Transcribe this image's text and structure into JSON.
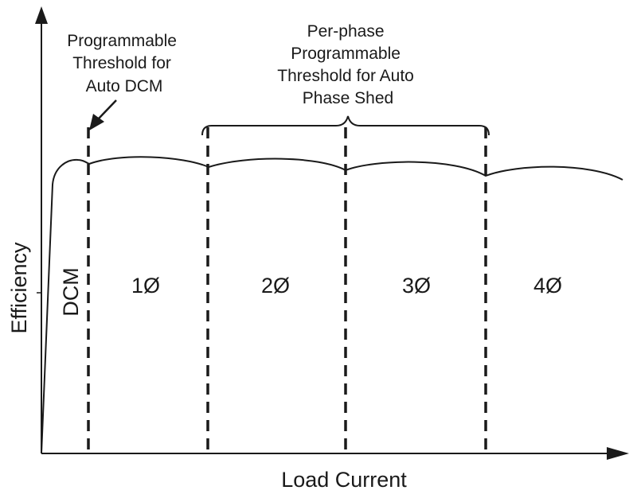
{
  "axes": {
    "x_label": "Load Current",
    "y_label": "Efficiency"
  },
  "annotations": {
    "dcm_threshold": [
      "Programmable",
      "Threshold for",
      "Auto DCM"
    ],
    "phase_shed_threshold": [
      "Per-phase",
      "Programmable",
      "Threshold for Auto",
      "Phase Shed"
    ]
  },
  "regions": [
    {
      "id": "dcm",
      "label": "DCM"
    },
    {
      "id": "phase-1",
      "label": "1Ø"
    },
    {
      "id": "phase-2",
      "label": "2Ø"
    },
    {
      "id": "phase-3",
      "label": "3Ø"
    },
    {
      "id": "phase-4",
      "label": "4Ø"
    }
  ],
  "colors": {
    "ink": "#1a1a1a",
    "background": "#ffffff"
  }
}
